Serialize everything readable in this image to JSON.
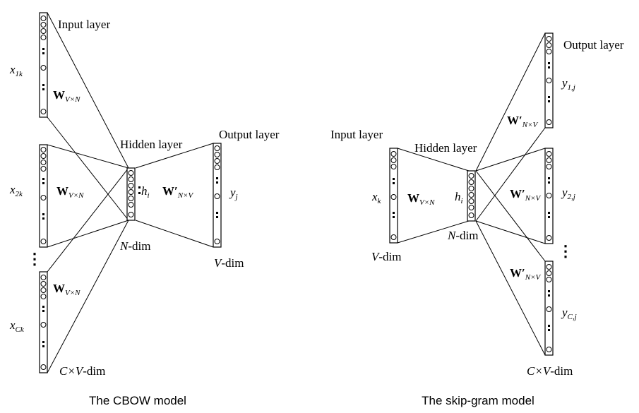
{
  "cbow": {
    "caption": "The CBOW model",
    "input_layer_label": "Input layer",
    "hidden_layer_label": "Hidden layer",
    "output_layer_label": "Output layer",
    "x1": "x",
    "x1_sub": "1k",
    "x2": "x",
    "x2_sub": "2k",
    "xc": "x",
    "xc_sub": "Ck",
    "w": "W",
    "w_sub": "V×N",
    "wp": "W′",
    "wp_sub": "N×V",
    "h": "h",
    "h_sub": "i",
    "y": "y",
    "y_sub": "j",
    "n_dim_var": "N",
    "n_dim_suffix": "-dim",
    "v_dim_var": "V",
    "v_dim_suffix": "-dim",
    "cv_dim_pre": "C×",
    "cv_dim_var": "V",
    "cv_dim_suffix": "-dim",
    "ellipsis": "⋮"
  },
  "skipgram": {
    "caption": "The skip-gram model",
    "input_layer_label": "Input layer",
    "hidden_layer_label": "Hidden layer",
    "output_layer_label": "Output layer",
    "x": "x",
    "x_sub": "k",
    "w": "W",
    "w_sub": "V×N",
    "wp": "W′",
    "wp_sub": "N×V",
    "h": "h",
    "h_sub": "i",
    "y1": "y",
    "y1_sub": "1,j",
    "y2": "y",
    "y2_sub": "2,j",
    "yc": "y",
    "yc_sub": "C,j",
    "n_dim_var": "N",
    "n_dim_suffix": "-dim",
    "v_dim_var": "V",
    "v_dim_suffix": "-dim",
    "cv_dim_pre": "C×",
    "cv_dim_var": "V",
    "cv_dim_suffix": "-dim",
    "ellipsis": "⋮"
  }
}
